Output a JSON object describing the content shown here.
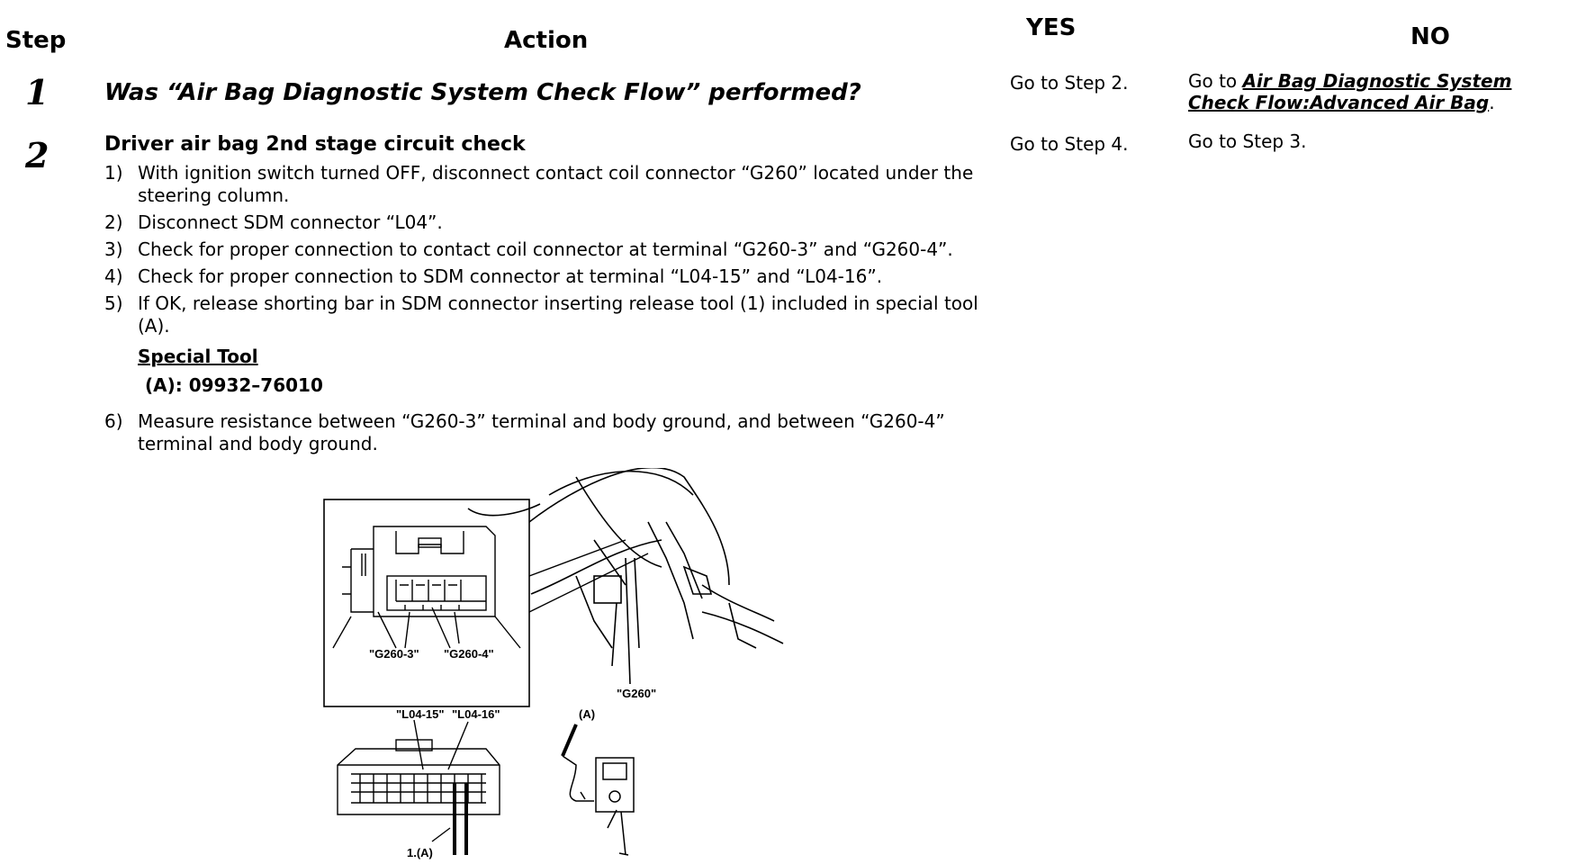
{
  "header": {
    "step": "Step",
    "action": "Action",
    "yes": "YES",
    "no": "NO"
  },
  "rows": [
    {
      "number": "1",
      "question": "Was “Air Bag Diagnostic System Check Flow” performed?",
      "yes": "Go to Step 2.",
      "no_prefix": "Go to ",
      "no_link": "Air Bag Diagnostic System Check Flow:Advanced Air Bag",
      "no_suffix": "."
    },
    {
      "number": "2",
      "title": "Driver air bag 2nd stage circuit check",
      "steps": [
        {
          "n": "1)",
          "text": "With ignition switch turned OFF, disconnect contact coil connector “G260” located under the steering column."
        },
        {
          "n": "2)",
          "text": "Disconnect SDM connector “L04”."
        },
        {
          "n": "3)",
          "text": "Check for proper connection to contact coil connector at terminal “G260-3” and “G260-4”."
        },
        {
          "n": "4)",
          "text": "Check for proper connection to SDM connector at terminal “L04-15” and “L04-16”."
        },
        {
          "n": "5)",
          "text": "If OK, release shorting bar in SDM connector inserting release tool (1) included in special tool (A)."
        }
      ],
      "special_tool_label": "Special Tool",
      "special_tool_value": "(A): 09932–76010",
      "step6_n": "6)",
      "step6_text": "Measure resistance between “G260-3” terminal and body ground, and between “G260-4” terminal and body ground.",
      "yes": "Go to Step 4.",
      "no": "Go to Step 3."
    }
  ],
  "figure": {
    "g260_3": "\"G260-3\"",
    "g260_4": "\"G260-4\"",
    "g260": "\"G260\"",
    "l04_15": "\"L04-15\"",
    "l04_16": "\"L04-16\"",
    "tool_a": "(A)",
    "tool_1a": "1.(A)"
  }
}
